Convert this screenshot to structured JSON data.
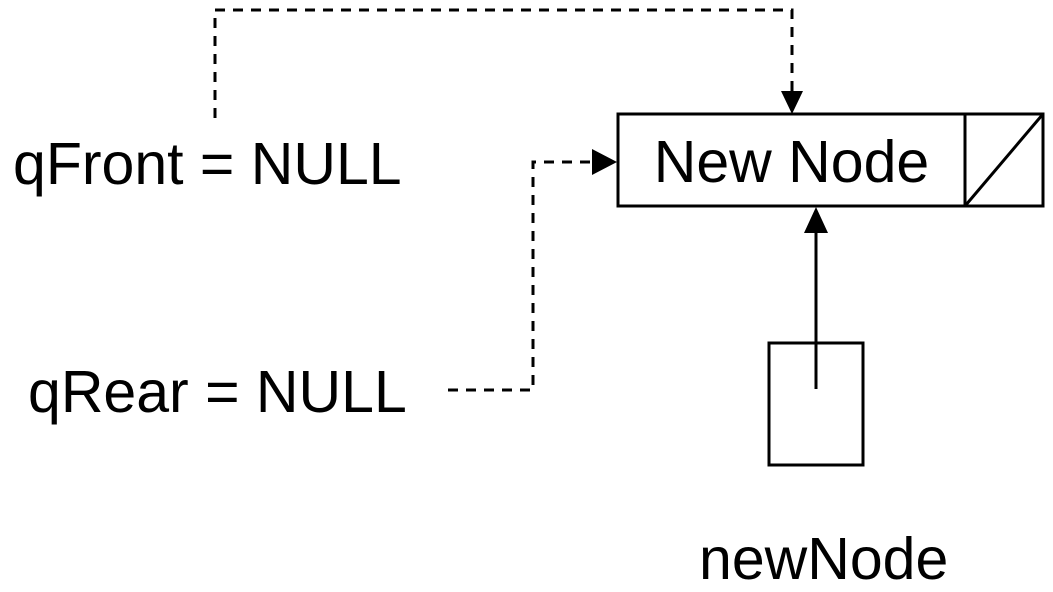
{
  "diagram": {
    "kind": "empty-queue-insert-first-node",
    "labels": {
      "qfront": "qFront = NULL",
      "qrear": "qRear = NULL",
      "newnode_pointer": "newNode"
    },
    "node": {
      "value": "New Node"
    },
    "icons": {
      "null_pointer": "diagonal-slash",
      "qfront_connector_arrow": "arrow-down",
      "qrear_connector_arrow": "arrow-right",
      "newnode_arrow": "arrow-up"
    },
    "colors": {
      "line": "#000000",
      "text": "#000000",
      "background": "#ffffff"
    }
  }
}
